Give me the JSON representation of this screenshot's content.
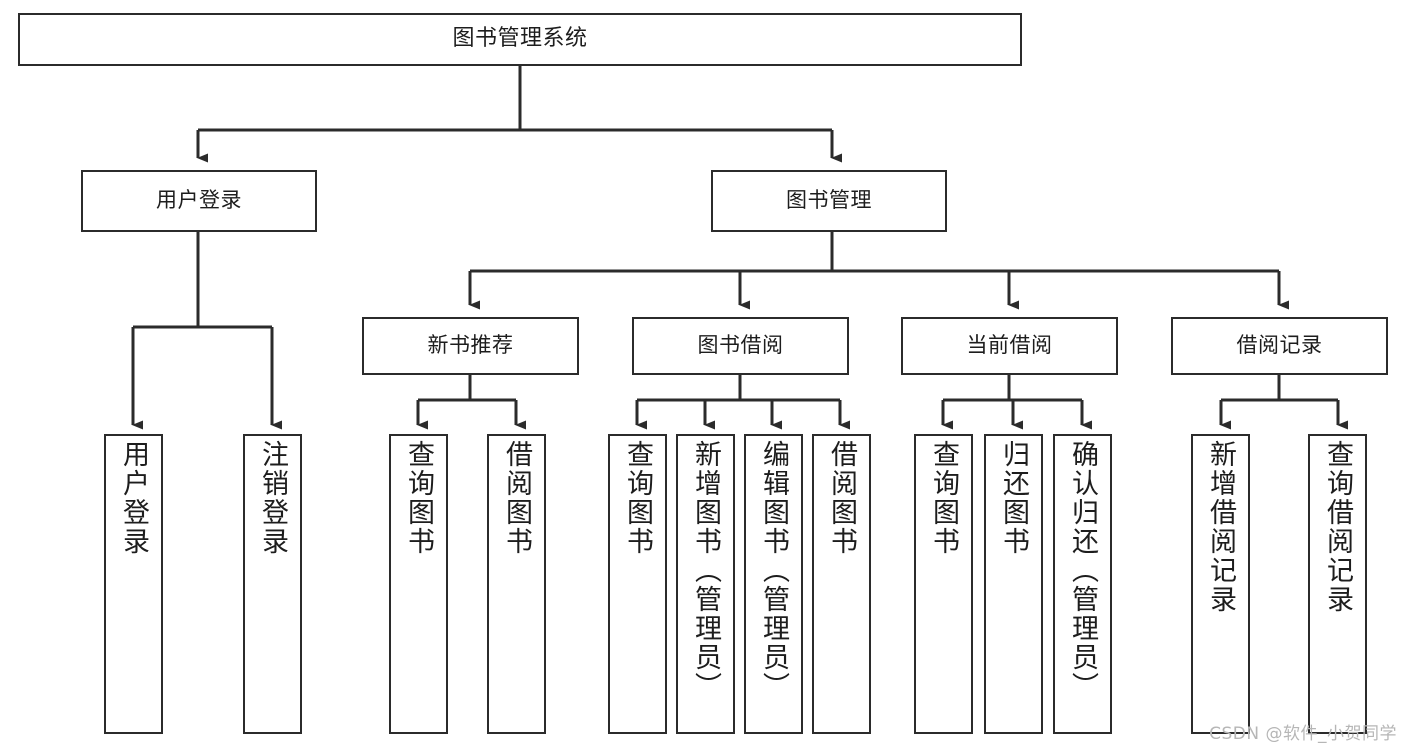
{
  "diagram": {
    "title": "图书管理系统",
    "watermark": "CSDN @软件_小贺同学",
    "colors": {
      "stroke": "#2b2b2b",
      "fill": "#ffffff",
      "text": "#1d1d1d",
      "watermark": "#b6b6b6"
    },
    "nodes": {
      "root": "图书管理系统",
      "user_login": "用户登录",
      "book_manage": "图书管理",
      "new_book_recommend": "新书推荐",
      "book_borrow": "图书借阅",
      "current_borrow": "当前借阅",
      "borrow_record": "借阅记录",
      "leaf_user_login": "用户登录",
      "leaf_logout_login": "注销登录",
      "leaf_query_book_1": "查询图书",
      "leaf_borrow_book_1": "借阅图书",
      "leaf_query_book_2": "查询图书",
      "leaf_add_book_admin": "新增图书（管理员）",
      "leaf_edit_book_admin": "编辑图书（管理员）",
      "leaf_borrow_book_2": "借阅图书",
      "leaf_query_book_3": "查询图书",
      "leaf_return_book": "归还图书",
      "leaf_confirm_return_admin": "确认归还（管理员）",
      "leaf_add_borrow_record": "新增借阅记录",
      "leaf_query_borrow_record": "查询借阅记录"
    }
  }
}
